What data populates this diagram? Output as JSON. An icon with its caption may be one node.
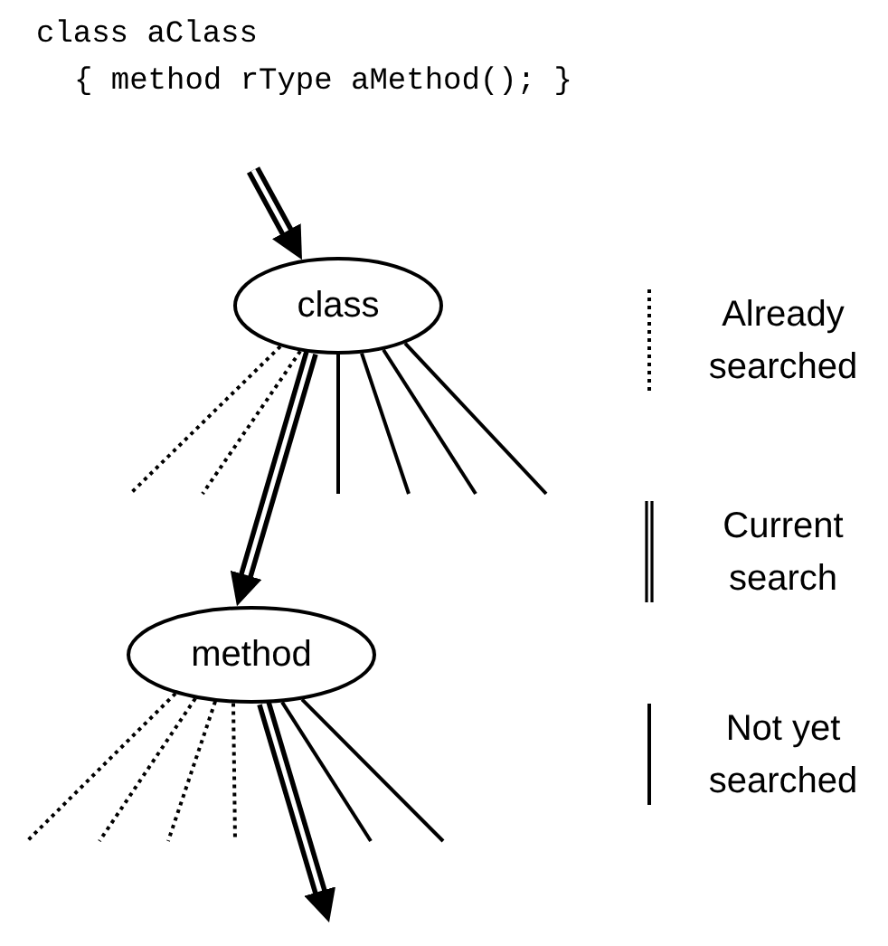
{
  "diagram": {
    "nodes": [
      {
        "text": [
          "class"
        ]
      },
      {
        "text": [
          "method"
        ]
      }
    ],
    "edges": [
      {
        "from": null,
        "to": 0,
        "arrow": "to",
        "style": "thick"
      },
      {
        "from": 0,
        "to": null,
        "arrow": "none",
        "style": "dashed"
      },
      {
        "from": 0,
        "to": null,
        "arrow": "none",
        "style": "dashed"
      },
      {
        "from": 0,
        "to": 1,
        "arrow": "to",
        "style": "thick"
      },
      {
        "from": 0,
        "to": null,
        "arrow": "none"
      },
      {
        "from": 0,
        "to": null,
        "arrow": "none"
      },
      {
        "from": 0,
        "to": null,
        "arrow": "none"
      },
      {
        "from": 0,
        "to": null,
        "arrow": "none"
      },
      {
        "from": 1,
        "to": null,
        "arrow": "none",
        "style": "dashed"
      },
      {
        "from": 1,
        "to": null,
        "arrow": "none",
        "style": "dashed"
      },
      {
        "from": 1,
        "to": null,
        "arrow": "none",
        "style": "dashed"
      },
      {
        "from": 1,
        "to": null,
        "arrow": "none",
        "style": "dashed"
      },
      {
        "from": 1,
        "to": null,
        "arrow": "to",
        "style": "thick"
      },
      {
        "from": 1,
        "to": null,
        "arrow": "none"
      },
      {
        "from": 1,
        "to": null,
        "arrow": "none"
      }
    ],
    "labels": [
      "class aClass",
      "{ method rType aMethod(); }"
    ],
    "legend": [
      {
        "text": "Already searched"
      },
      {
        "text": "Current search"
      },
      {
        "text": "Not yet searched"
      }
    ]
  }
}
